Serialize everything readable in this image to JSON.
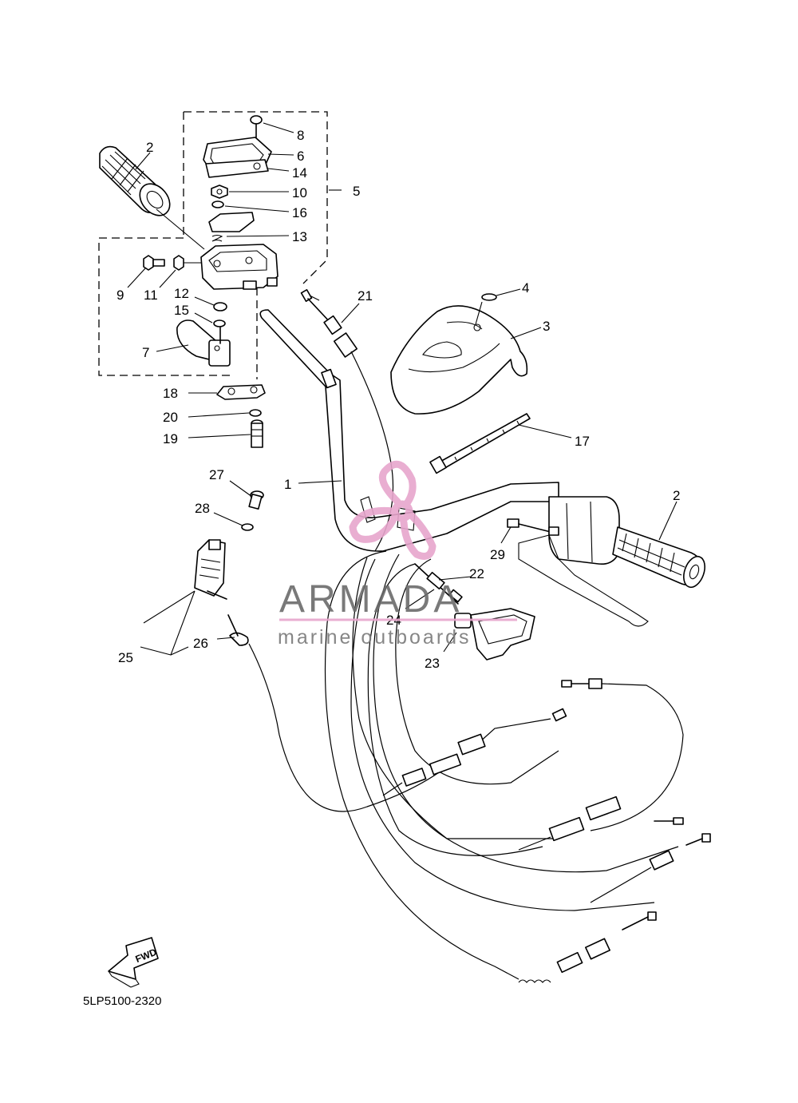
{
  "diagram_code": "5LP5100-2320",
  "fwd_label": "FWD",
  "watermark": {
    "brand": "ARMADA",
    "tagline": "marine outboards",
    "accent_color": "#e7a6cd",
    "text_color": "#6b6b6b"
  },
  "callouts": [
    {
      "id": "c2a",
      "text": "2"
    },
    {
      "id": "c8",
      "text": "8"
    },
    {
      "id": "c6",
      "text": "6"
    },
    {
      "id": "c14",
      "text": "14"
    },
    {
      "id": "c10",
      "text": "10"
    },
    {
      "id": "c5",
      "text": "5"
    },
    {
      "id": "c16",
      "text": "16"
    },
    {
      "id": "c13",
      "text": "13"
    },
    {
      "id": "c9",
      "text": "9"
    },
    {
      "id": "c11",
      "text": "11"
    },
    {
      "id": "c12",
      "text": "12"
    },
    {
      "id": "c15",
      "text": "15"
    },
    {
      "id": "c7",
      "text": "7"
    },
    {
      "id": "c21",
      "text": "21"
    },
    {
      "id": "c4",
      "text": "4"
    },
    {
      "id": "c3",
      "text": "3"
    },
    {
      "id": "c18",
      "text": "18"
    },
    {
      "id": "c20",
      "text": "20"
    },
    {
      "id": "c19",
      "text": "19"
    },
    {
      "id": "c17",
      "text": "17"
    },
    {
      "id": "c27",
      "text": "27"
    },
    {
      "id": "c1",
      "text": "1"
    },
    {
      "id": "c2b",
      "text": "2"
    },
    {
      "id": "c28",
      "text": "28"
    },
    {
      "id": "c29",
      "text": "29"
    },
    {
      "id": "c22",
      "text": "22"
    },
    {
      "id": "c24",
      "text": "24"
    },
    {
      "id": "c23",
      "text": "23"
    },
    {
      "id": "c25",
      "text": "25"
    },
    {
      "id": "c26",
      "text": "26"
    }
  ]
}
